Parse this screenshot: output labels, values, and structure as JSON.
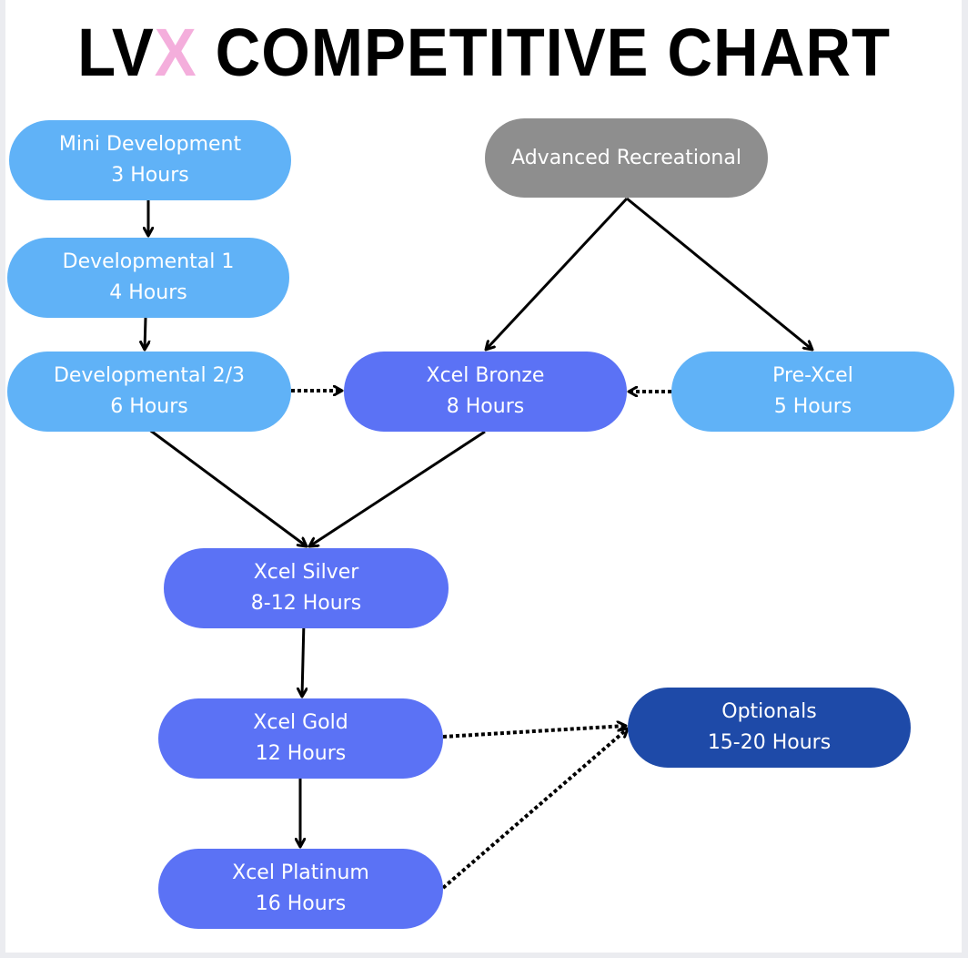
{
  "title": {
    "prefix": "LV",
    "accent": "X",
    "suffix": " COMPETITIVE CHART",
    "accent_color": "#f4aedc"
  },
  "colors": {
    "developmental": "#60b2f7",
    "xcel": "#5b72f5",
    "recreational": "#8e8e8e",
    "optionals": "#1e4aa8",
    "arrow": "#000000"
  },
  "nodes": [
    {
      "id": "mini-development",
      "name": "Mini Development",
      "hours": "3 Hours",
      "group": "developmental"
    },
    {
      "id": "developmental-1",
      "name": "Developmental 1",
      "hours": "4 Hours",
      "group": "developmental"
    },
    {
      "id": "developmental-2-3",
      "name": "Developmental 2/3",
      "hours": "6 Hours",
      "group": "developmental"
    },
    {
      "id": "advanced-recreational",
      "name": "Advanced Recreational",
      "hours": "",
      "group": "recreational"
    },
    {
      "id": "xcel-bronze",
      "name": "Xcel Bronze",
      "hours": "8 Hours",
      "group": "xcel"
    },
    {
      "id": "pre-xcel",
      "name": "Pre-Xcel",
      "hours": "5 Hours",
      "group": "developmental"
    },
    {
      "id": "xcel-silver",
      "name": "Xcel Silver",
      "hours": "8-12 Hours",
      "group": "xcel"
    },
    {
      "id": "xcel-gold",
      "name": "Xcel Gold",
      "hours": "12 Hours",
      "group": "xcel"
    },
    {
      "id": "xcel-platinum",
      "name": "Xcel Platinum",
      "hours": "16 Hours",
      "group": "xcel"
    },
    {
      "id": "optionals",
      "name": "Optionals",
      "hours": "15-20 Hours",
      "group": "optionals"
    }
  ],
  "edges": [
    {
      "from": "mini-development",
      "to": "developmental-1",
      "style": "solid"
    },
    {
      "from": "developmental-1",
      "to": "developmental-2-3",
      "style": "solid"
    },
    {
      "from": "advanced-recreational",
      "to": "xcel-bronze",
      "style": "solid"
    },
    {
      "from": "advanced-recreational",
      "to": "pre-xcel",
      "style": "solid"
    },
    {
      "from": "developmental-2-3",
      "to": "xcel-bronze",
      "style": "dotted"
    },
    {
      "from": "pre-xcel",
      "to": "xcel-bronze",
      "style": "dotted"
    },
    {
      "from": "developmental-2-3",
      "to": "xcel-silver",
      "style": "solid"
    },
    {
      "from": "xcel-bronze",
      "to": "xcel-silver",
      "style": "solid"
    },
    {
      "from": "xcel-silver",
      "to": "xcel-gold",
      "style": "solid"
    },
    {
      "from": "xcel-gold",
      "to": "xcel-platinum",
      "style": "solid"
    },
    {
      "from": "xcel-gold",
      "to": "optionals",
      "style": "dotted"
    },
    {
      "from": "xcel-platinum",
      "to": "optionals",
      "style": "dotted"
    }
  ]
}
